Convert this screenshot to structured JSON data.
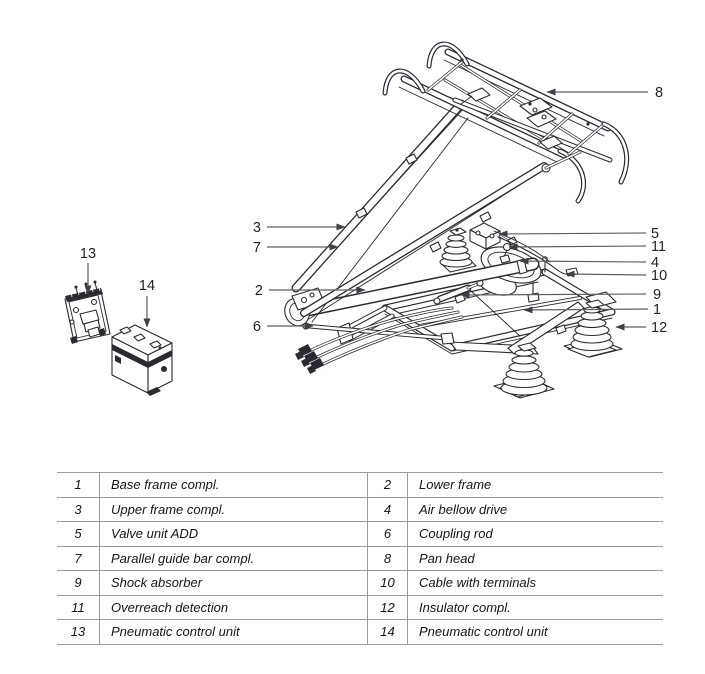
{
  "figure": {
    "callouts": {
      "base_frame": "1",
      "lower_frame": "2",
      "upper_frame": "3",
      "air_bellow_drive": "4",
      "valve_unit_add": "5",
      "coupling_rod": "6",
      "parallel_guide_bar": "7",
      "pan_head": "8",
      "shock_absorber": "9",
      "cable_with_terminals": "10",
      "overreach_detection": "11",
      "insulator": "12",
      "pneumatic_control_unit_left": "13",
      "pneumatic_control_unit_right": "14"
    }
  },
  "parts_table": {
    "rows": [
      {
        "left_no": "1",
        "left_desc": "Base frame compl.",
        "right_no": "2",
        "right_desc": "Lower frame"
      },
      {
        "left_no": "3",
        "left_desc": "Upper frame compl.",
        "right_no": "4",
        "right_desc": "Air bellow drive"
      },
      {
        "left_no": "5",
        "left_desc": "Valve unit ADD",
        "right_no": "6",
        "right_desc": "Coupling rod"
      },
      {
        "left_no": "7",
        "left_desc": "Parallel guide bar compl.",
        "right_no": "8",
        "right_desc": "Pan head"
      },
      {
        "left_no": "9",
        "left_desc": "Shock absorber",
        "right_no": "10",
        "right_desc": "Cable with terminals"
      },
      {
        "left_no": "11",
        "left_desc": "Overreach detection",
        "right_no": "12",
        "right_desc": "Insulator compl."
      },
      {
        "left_no": "13",
        "left_desc": "Pneumatic control unit",
        "right_no": "14",
        "right_desc": "Pneumatic control unit"
      }
    ]
  },
  "colors": {
    "line_art": "#2a2a30",
    "leader_line": "#5f5f63",
    "table_border": "#9c9c9c",
    "text": "#161616"
  }
}
